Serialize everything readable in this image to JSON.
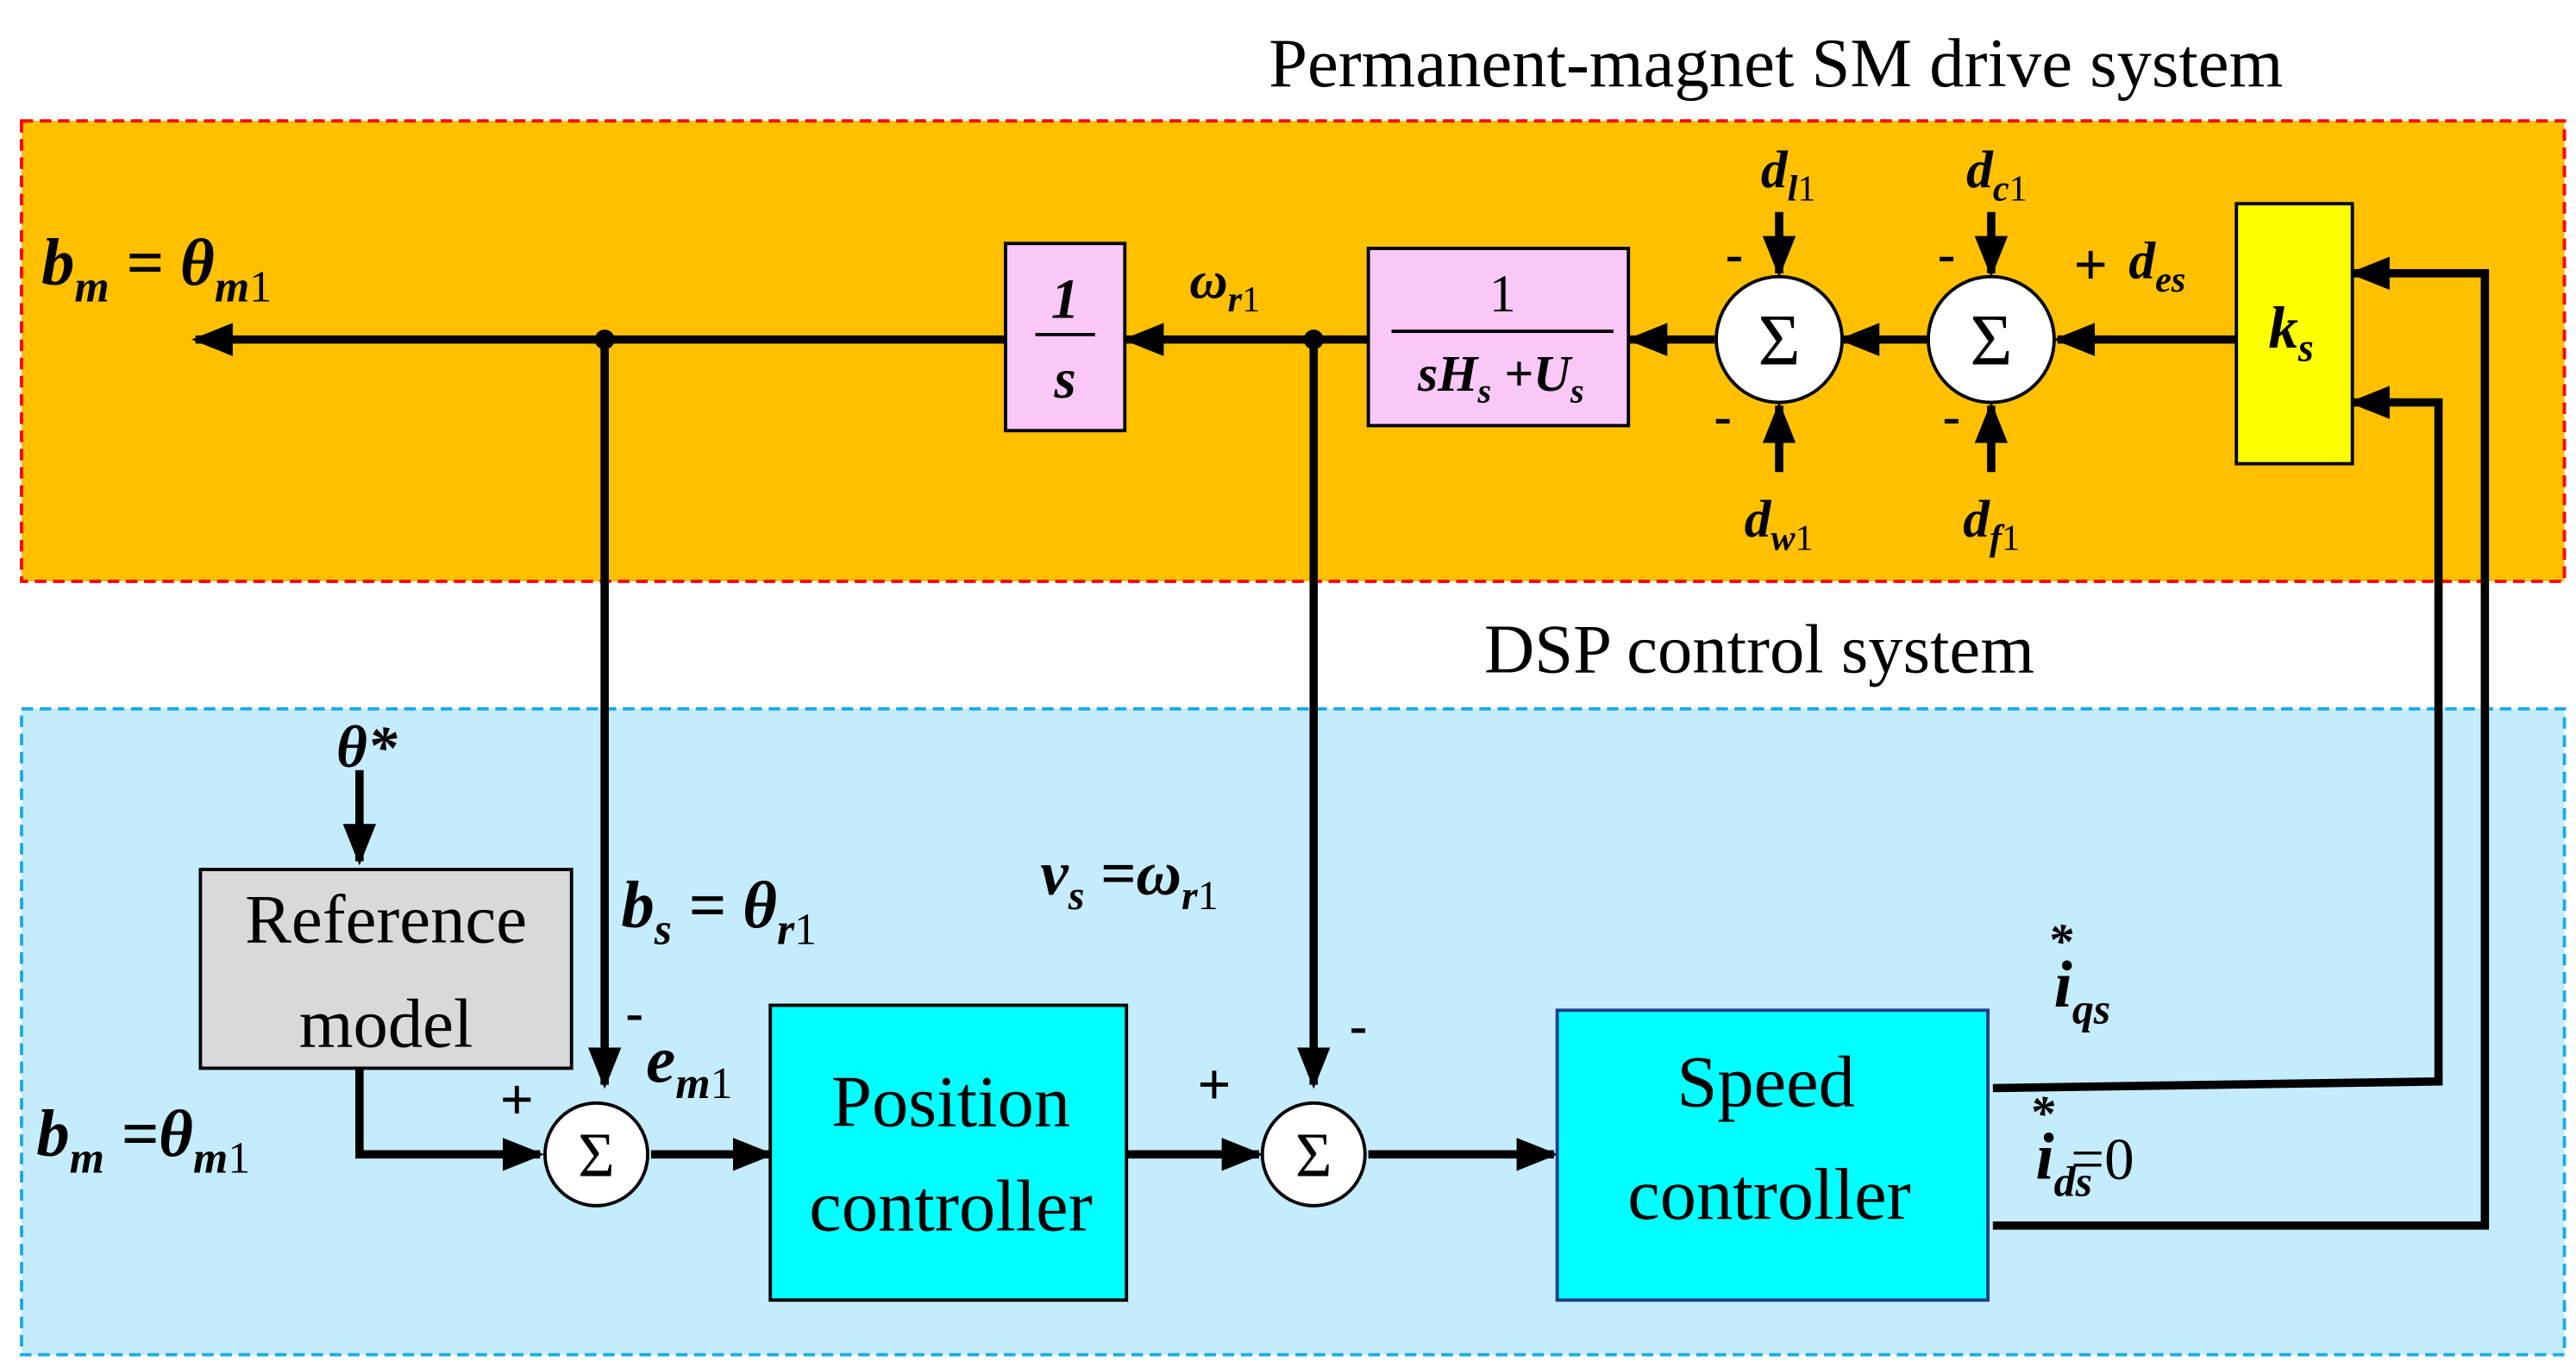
{
  "colors": {
    "drive_region_fill": "#FFC000",
    "drive_region_border": "#FF0000",
    "dsp_region_fill": "#C5ECFC",
    "dsp_region_border": "#1BAAE8",
    "transfer_block_fill": "#F9C8F7",
    "gain_block_fill": "#FFFF00",
    "controller_fill": "#00FFFF",
    "reference_fill": "#D9D9D9",
    "line": "#000000"
  },
  "regions": {
    "drive_title": "Permanent-magnet SM drive system",
    "dsp_title": "DSP control system"
  },
  "blocks": {
    "integrator": {
      "num": "1",
      "den": "s"
    },
    "plant": {
      "num": "1",
      "den": [
        "sH",
        "s",
        " +U",
        "s"
      ]
    },
    "gain": [
      "k",
      "s"
    ],
    "reference": [
      "Reference",
      "model"
    ],
    "position_controller": [
      "Position",
      "controller"
    ],
    "speed_controller": [
      "Speed",
      "controller"
    ]
  },
  "summers": {
    "symbol": "Σ"
  },
  "signals": {
    "output": [
      "b",
      "m",
      " = θ",
      "m",
      "1"
    ],
    "omega": [
      "ω",
      "r",
      "1"
    ],
    "dl": [
      "d",
      "l",
      "1"
    ],
    "dc": [
      "d",
      "c",
      "1"
    ],
    "des": [
      "d",
      "es"
    ],
    "dw": [
      "d",
      "w",
      "1"
    ],
    "df": [
      "d",
      "f",
      "1"
    ],
    "theta_star": "θ*",
    "bs": [
      "b",
      "s",
      " = θ",
      "r",
      "1"
    ],
    "vs": [
      "v",
      "s",
      " =ω",
      "r",
      "1"
    ],
    "bm": [
      "b",
      "m",
      " =θ",
      "m",
      "1"
    ],
    "em": [
      "e",
      "m",
      "1"
    ],
    "iqs": [
      "i",
      "qs",
      "*"
    ],
    "ids": [
      "i",
      "ds",
      "*",
      "=0"
    ]
  },
  "signs": {
    "plus": "+",
    "minus": "-"
  }
}
